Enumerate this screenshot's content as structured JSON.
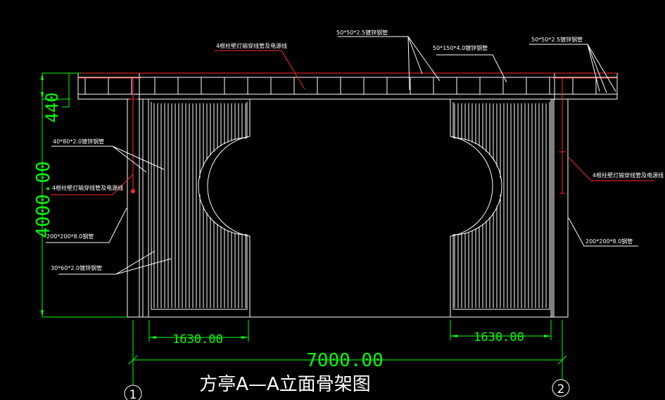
{
  "drawing": {
    "title": "方亭A—A立面骨架图",
    "axis_markers": [
      "1",
      "2"
    ],
    "colors": {
      "background": "#000000",
      "structure": "#ffffff",
      "dimension": "#00ff00",
      "leader": "#ff0000",
      "pole": "#ff3030"
    }
  },
  "dimensions": {
    "overall_width": "7000.00",
    "left_panel_width": "1630.00",
    "right_panel_width": "1630.00",
    "beam_height": "440",
    "total_height": "4000.00"
  },
  "annotations": {
    "top_cable": "4根柱壁灯输穿线管及电源线",
    "top_tube_left": "50*50*2.5镀锌钢管",
    "top_tube_middle": "50*150*4.0镀锌钢管",
    "top_tube_right": "50*50*2.5镀锌钢管",
    "left_tube_4080": "40*80*2.0镀锌钢管",
    "left_cable": "4根柱壁灯输穿线管及电源线",
    "left_column": "200*200*8.0钢管",
    "left_tube_3060": "30*60*2.0镀锌钢管",
    "right_cable": "4根柱壁灯输穿线管及电源线",
    "right_column": "200*200*8.0钢管"
  }
}
